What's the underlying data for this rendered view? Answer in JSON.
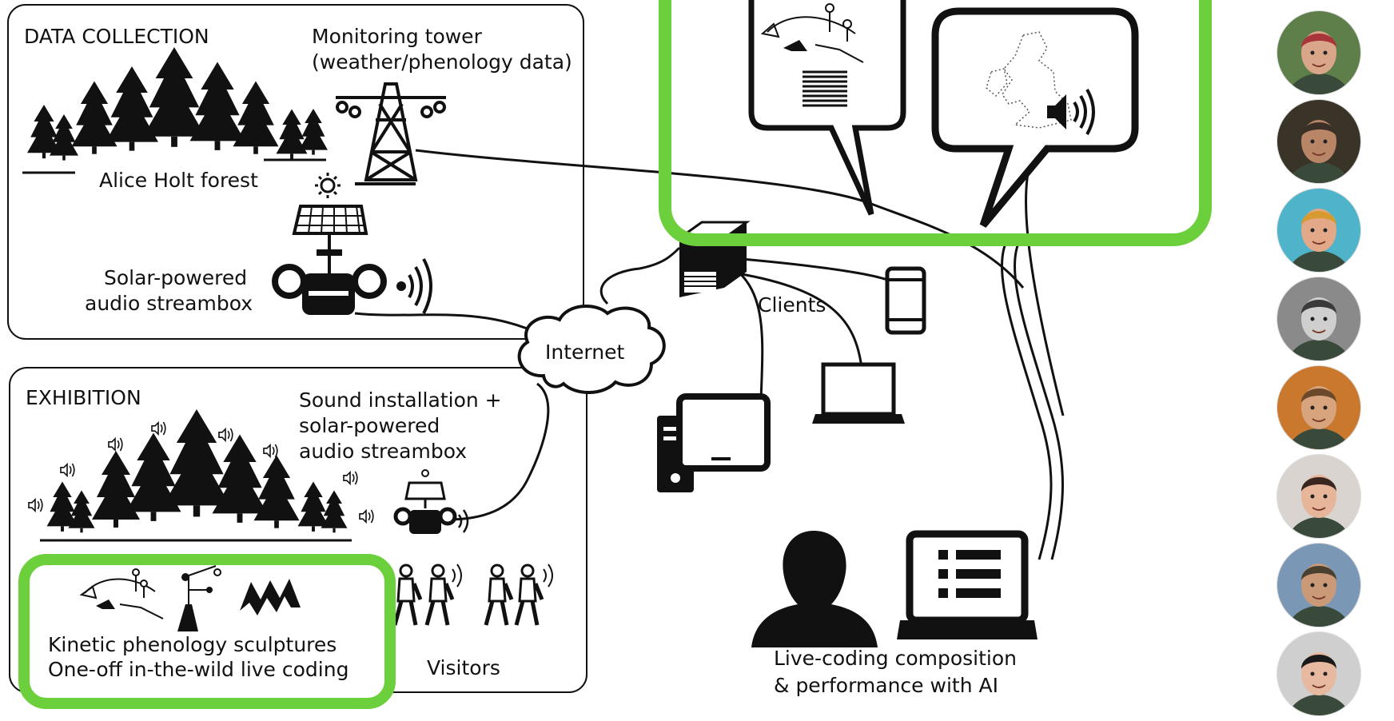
{
  "data_collection": {
    "heading": "DATA COLLECTION",
    "tower_label_line1": "Monitoring tower",
    "tower_label_line2": "(weather/phenology data)",
    "forest_label": "Alice Holt forest",
    "streambox_line1": "Solar-powered",
    "streambox_line2": "audio streambox"
  },
  "network": {
    "internet_label": "Internet",
    "clients_label": "Clients"
  },
  "exhibition": {
    "heading": "EXHIBITION",
    "installation_line1": "Sound installation +",
    "installation_line2": "solar-powered",
    "installation_line3": "audio streambox",
    "visitors_label": "Visitors",
    "sculptures_line1": "Kinetic phenology sculptures",
    "sculptures_line2": "One-off in-the-wild live coding"
  },
  "performance": {
    "line1": "Live-coding composition",
    "line2": "& performance with AI"
  },
  "colors": {
    "highlight": "#6ccf3c",
    "ink": "#111111"
  },
  "avatars": [
    {
      "name": "participant-1",
      "bg": "#5f7f4a",
      "skin": "#d9a68a",
      "hair": "#a8353a"
    },
    {
      "name": "participant-2",
      "bg": "#3a3328",
      "skin": "#b98567",
      "hair": "#3b3028"
    },
    {
      "name": "participant-3",
      "bg": "#4fb3c9",
      "skin": "#e2a888",
      "hair": "#d79a2e"
    },
    {
      "name": "participant-4",
      "bg": "#8a8a8a",
      "skin": "#cfcfcf",
      "hair": "#3a3a3a"
    },
    {
      "name": "participant-5",
      "bg": "#c9782e",
      "skin": "#d7a47e",
      "hair": "#6a4a2a"
    },
    {
      "name": "participant-6",
      "bg": "#d9d4cf",
      "skin": "#e7b59a",
      "hair": "#3a2620"
    },
    {
      "name": "participant-7",
      "bg": "#7a98b5",
      "skin": "#c99978",
      "hair": "#4a4030"
    },
    {
      "name": "participant-8",
      "bg": "#cfcfcf",
      "skin": "#e6b9a0",
      "hair": "#1a1a1a"
    }
  ]
}
